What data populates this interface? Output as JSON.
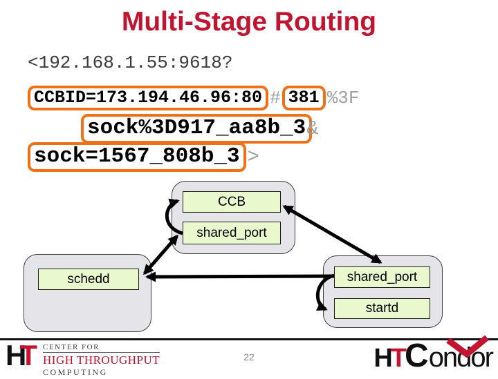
{
  "title": "Multi-Stage Routing",
  "page_number": "22",
  "address_lines": {
    "line1": "<192.168.1.55:9618?",
    "line2_boxed_a": "CCBID=173.194.46.96:80",
    "line2_hash": "#",
    "line2_boxed_b": "381",
    "line2_tail": "%3F",
    "line3_boxed": "sock%3D917_aa8b_3",
    "line3_tail": "&",
    "line4_boxed": "sock=1567_808b_3",
    "line4_tail": ">"
  },
  "diagram": {
    "central_group": {
      "node1": "CCB",
      "node2": "shared_port"
    },
    "left_group": {
      "node1": "schedd"
    },
    "right_group": {
      "node1": "shared_port",
      "node2": "startd"
    },
    "connections": [
      "shared_port(central) -> CCB",
      "schedd <-> shared_port(central)",
      "CCB <-> shared_port(right)",
      "shared_port(right) -> schedd",
      "shared_port(right) -> startd"
    ]
  },
  "footer": {
    "chtc": {
      "logo_h": "H",
      "logo_t": "T",
      "line1": "CENTER FOR",
      "line2": "HIGH THROUGHPUT",
      "line3": "COMPUTING"
    },
    "htcondor": {
      "h": "H",
      "t": "T",
      "c": "C",
      "rest": "ondor"
    }
  },
  "colors": {
    "title_red": "#c01430",
    "highlight_orange": "#ee7118",
    "node_green": "#e9f9cd",
    "group_gray": "#e4e4e9",
    "brand_red": "#b5152f",
    "muted_text_gray": "#9e9e9e"
  }
}
